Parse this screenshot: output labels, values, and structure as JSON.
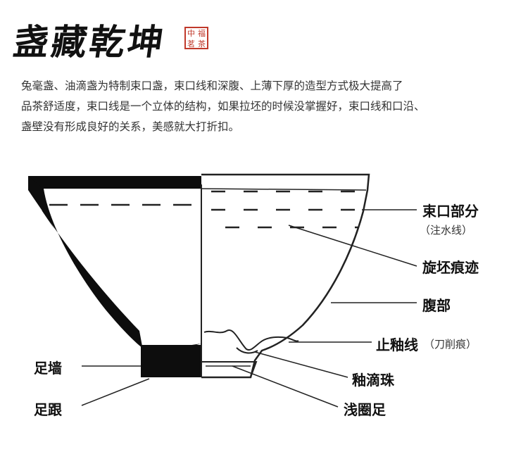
{
  "brand": {
    "title": "盏藏乾坤",
    "seal": [
      "中",
      "福",
      "茗",
      "茶"
    ]
  },
  "intro": {
    "lines": [
      "兔毫盏、油滴盏为特制束口盏，束口线和深腹、上薄下厚的造型方式极大提高了",
      "品茶舒适度，束口线是一个立体的结构，如果拉坯的时候没掌握好，束口线和口沿、",
      "盏壁没有形成良好的关系，美感就大打折扣。"
    ]
  },
  "labels": {
    "shukou": "束口部分",
    "shukou_note": "（注水线）",
    "xuanpi": "旋坯痕迹",
    "fubu": "腹部",
    "zhiyou": "止釉线",
    "zhiyou_note": "（刀削痕）",
    "youdizhu": "釉滴珠",
    "qianquanzu": "浅圈足",
    "zuqiang": "足墙",
    "zugen": "足跟"
  }
}
